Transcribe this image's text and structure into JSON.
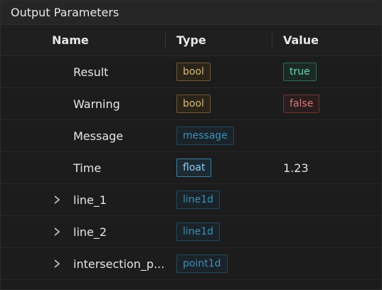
{
  "panel": {
    "title": "Output Parameters"
  },
  "columns": {
    "name": "Name",
    "type": "Type",
    "value": "Value"
  },
  "rows": [
    {
      "name": "Result",
      "type": "bool",
      "value": "true",
      "expandable": false
    },
    {
      "name": "Warning",
      "type": "bool",
      "value": "false",
      "expandable": false
    },
    {
      "name": "Message",
      "type": "message",
      "value": "",
      "expandable": false
    },
    {
      "name": "Time",
      "type": "float",
      "value": "1.23",
      "expandable": false
    },
    {
      "name": "line_1",
      "type": "line1d",
      "value": "",
      "expandable": true
    },
    {
      "name": "line_2",
      "type": "line1d",
      "value": "",
      "expandable": true
    },
    {
      "name": "intersection_p...",
      "type": "point1d",
      "value": "",
      "expandable": true
    }
  ],
  "icons": {
    "chevron": "chevron-right-icon"
  },
  "colors": {
    "bool_tag": "#d9b77a",
    "type_tag": "#3d8fb8",
    "float_tag": "#8fd0f0",
    "true_tag": "#6fd3b0",
    "false_tag": "#d27a7a"
  }
}
